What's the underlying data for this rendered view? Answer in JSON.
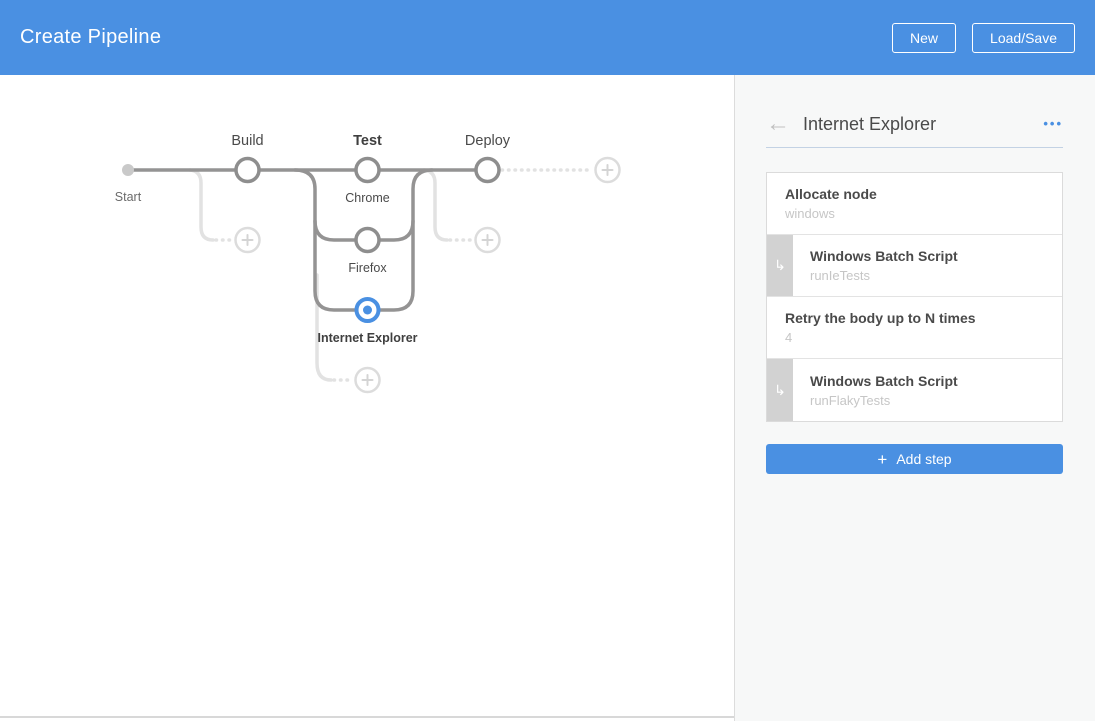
{
  "header": {
    "title": "Create Pipeline",
    "new_button": "New",
    "load_save_button": "Load/Save"
  },
  "graph": {
    "start_label": "Start",
    "stages": [
      "Build",
      "Test",
      "Deploy"
    ],
    "branches": [
      "Chrome",
      "Firefox",
      "Internet Explorer"
    ],
    "selected_node": "Internet Explorer"
  },
  "panel": {
    "back_icon": "←",
    "title": "Internet Explorer",
    "menu_icon": "•••",
    "nested_icon": "↳",
    "steps": [
      {
        "title": "Allocate node",
        "subtitle": "windows",
        "nested": false
      },
      {
        "title": "Windows Batch Script",
        "subtitle": "runIeTests",
        "nested": true
      },
      {
        "title": "Retry the body up to N times",
        "subtitle": "4",
        "nested": false
      },
      {
        "title": "Windows Batch Script",
        "subtitle": "runFlakyTests",
        "nested": true
      }
    ],
    "add_step_icon": "+",
    "add_step_label": "Add step"
  },
  "colors": {
    "accent_blue": "#4A90E2",
    "graph_line": "#949393",
    "graph_light": "#E2E2E2",
    "node_stroke": "#8E8E8E",
    "panel_bg": "#F7F8F8",
    "text_dark": "#4A4A4A",
    "text_light_gray": "#C6C6C6"
  }
}
